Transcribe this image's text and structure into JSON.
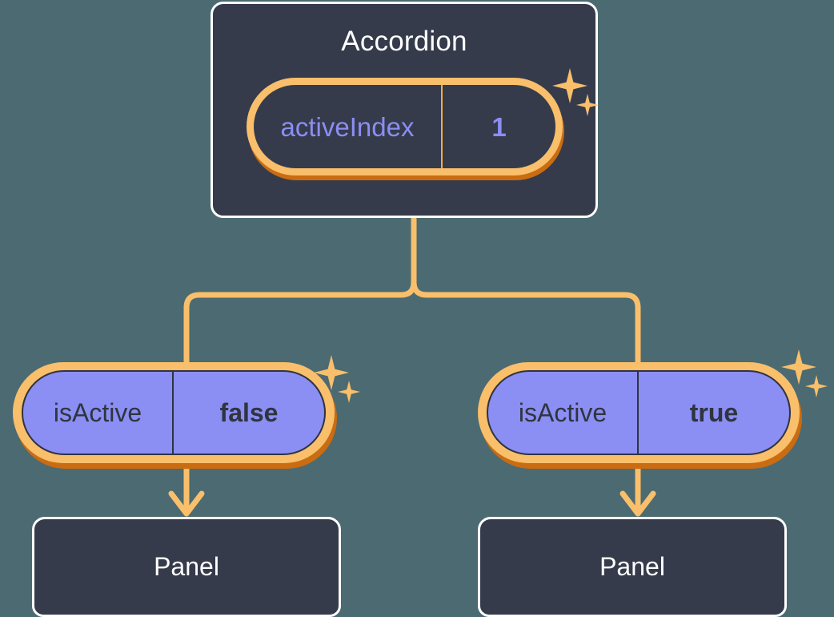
{
  "diagram": {
    "type": "component-state-tree",
    "background_color": "#4c6a71",
    "accent_color": "#f9bf6b",
    "accent_dark_color": "#c96c12",
    "card_color": "#353b4b",
    "state_color": "#8b8ef2",
    "root": {
      "component_label": "Accordion",
      "state": {
        "key": "activeIndex",
        "value": "1"
      },
      "sparkle_icon": "sparkles-icon"
    },
    "children": [
      {
        "state": {
          "key": "isActive",
          "value": "false"
        },
        "component_label": "Panel",
        "sparkle_icon": "sparkles-icon"
      },
      {
        "state": {
          "key": "isActive",
          "value": "true"
        },
        "component_label": "Panel",
        "sparkle_icon": "sparkles-icon"
      }
    ]
  }
}
